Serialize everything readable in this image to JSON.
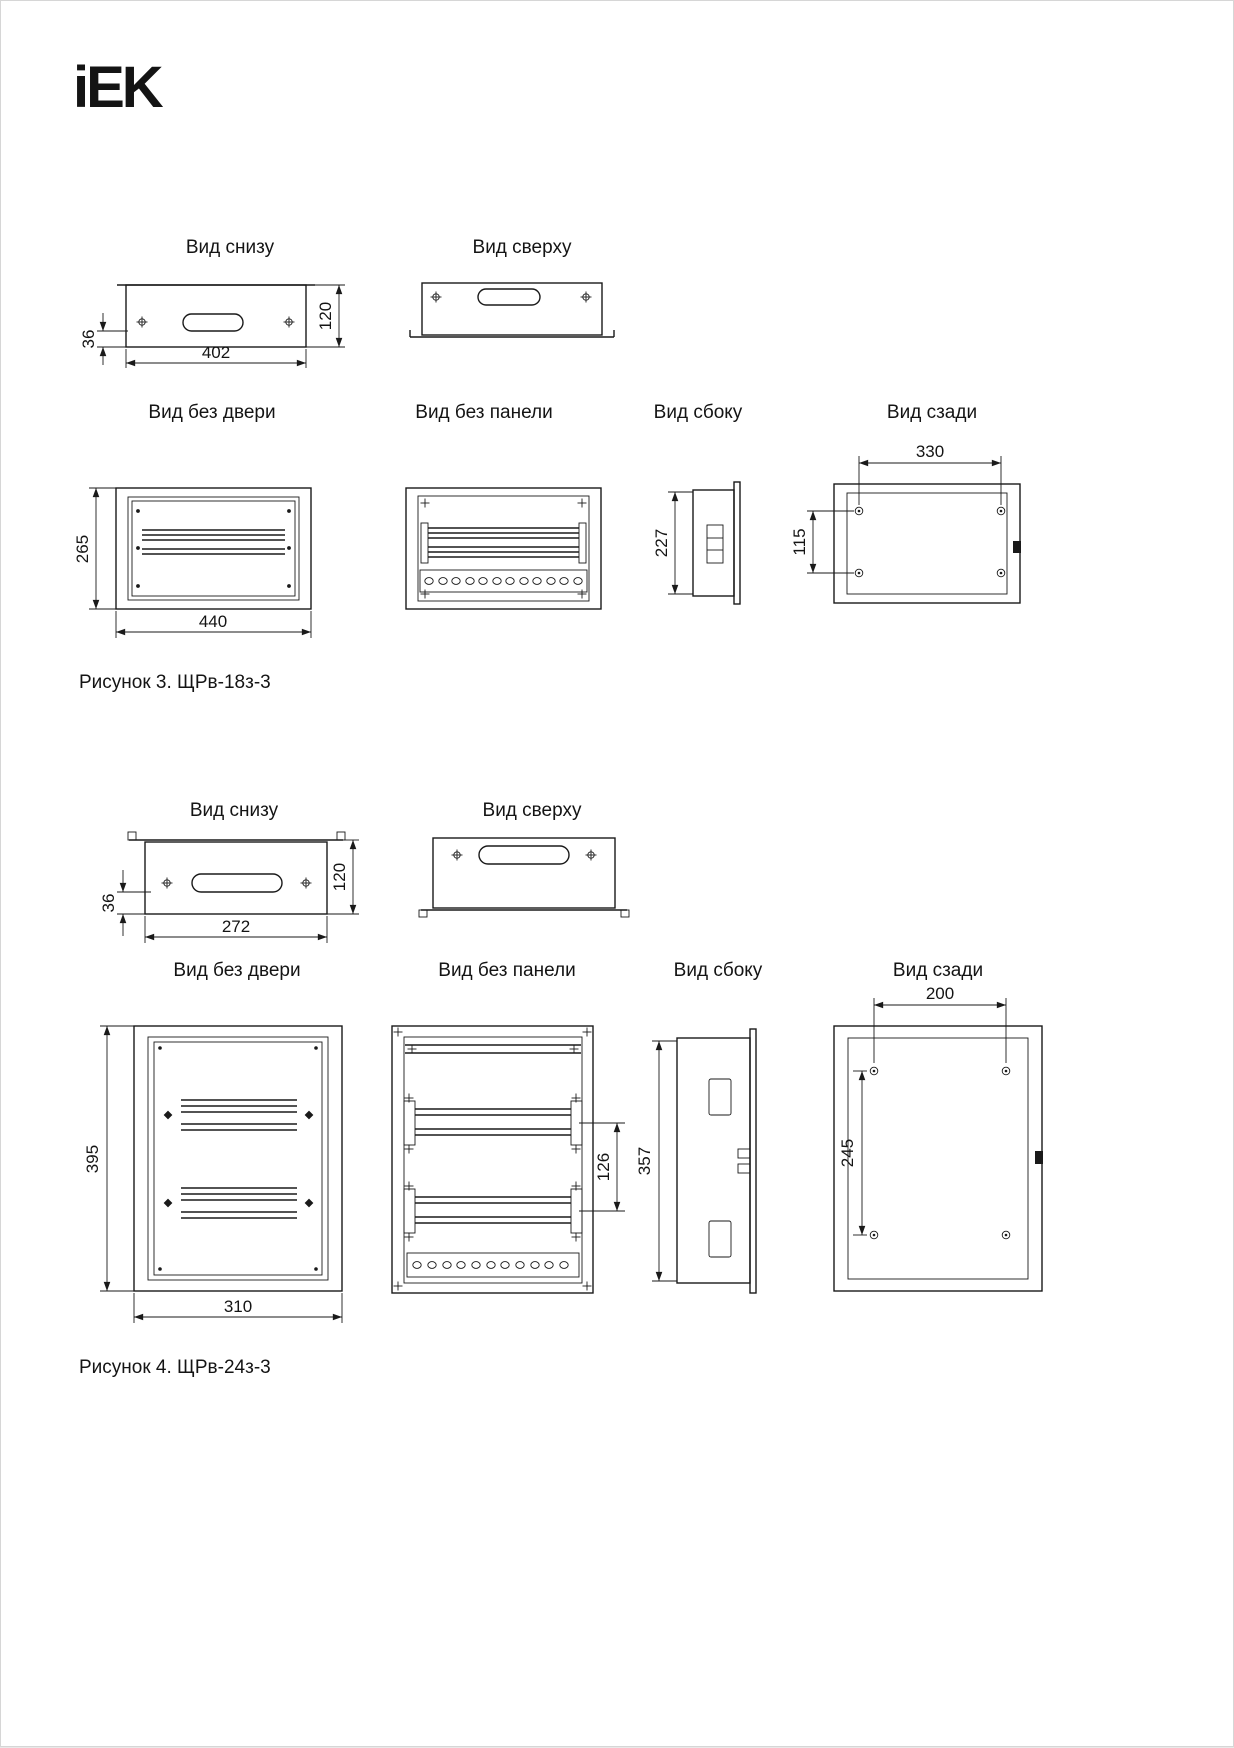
{
  "page": {
    "logo_text": "iEK",
    "background": "#ffffff",
    "line_color": "#1a1a1a"
  },
  "figure3": {
    "caption": "Рисунок 3. ЩРв-18з-3",
    "labels": {
      "bottom": "Вид снизу",
      "top": "Вид сверху",
      "front": "Вид без двери",
      "panel": "Вид без панели",
      "side": "Вид сбоку",
      "rear": "Вид сзади"
    },
    "dims": {
      "bottom_rail_depth": "36",
      "bottom_width": "402",
      "bottom_depth": "120",
      "front_height": "265",
      "front_width": "440",
      "side_height": "227",
      "rear_mount_width": "330",
      "rear_mount_height": "115"
    }
  },
  "figure4": {
    "caption": "Рисунок 4. ЩРв-24з-3",
    "labels": {
      "bottom": "Вид снизу",
      "top": "Вид сверху",
      "front": "Вид без двери",
      "panel": "Вид без панели",
      "side": "Вид сбоку",
      "rear": "Вид сзади"
    },
    "dims": {
      "bottom_rail_depth": "36",
      "bottom_width": "272",
      "bottom_depth": "120",
      "front_height": "395",
      "front_width": "310",
      "rail_spacing": "126",
      "side_height": "357",
      "rear_mount_width": "200",
      "rear_mount_height": "245"
    }
  }
}
